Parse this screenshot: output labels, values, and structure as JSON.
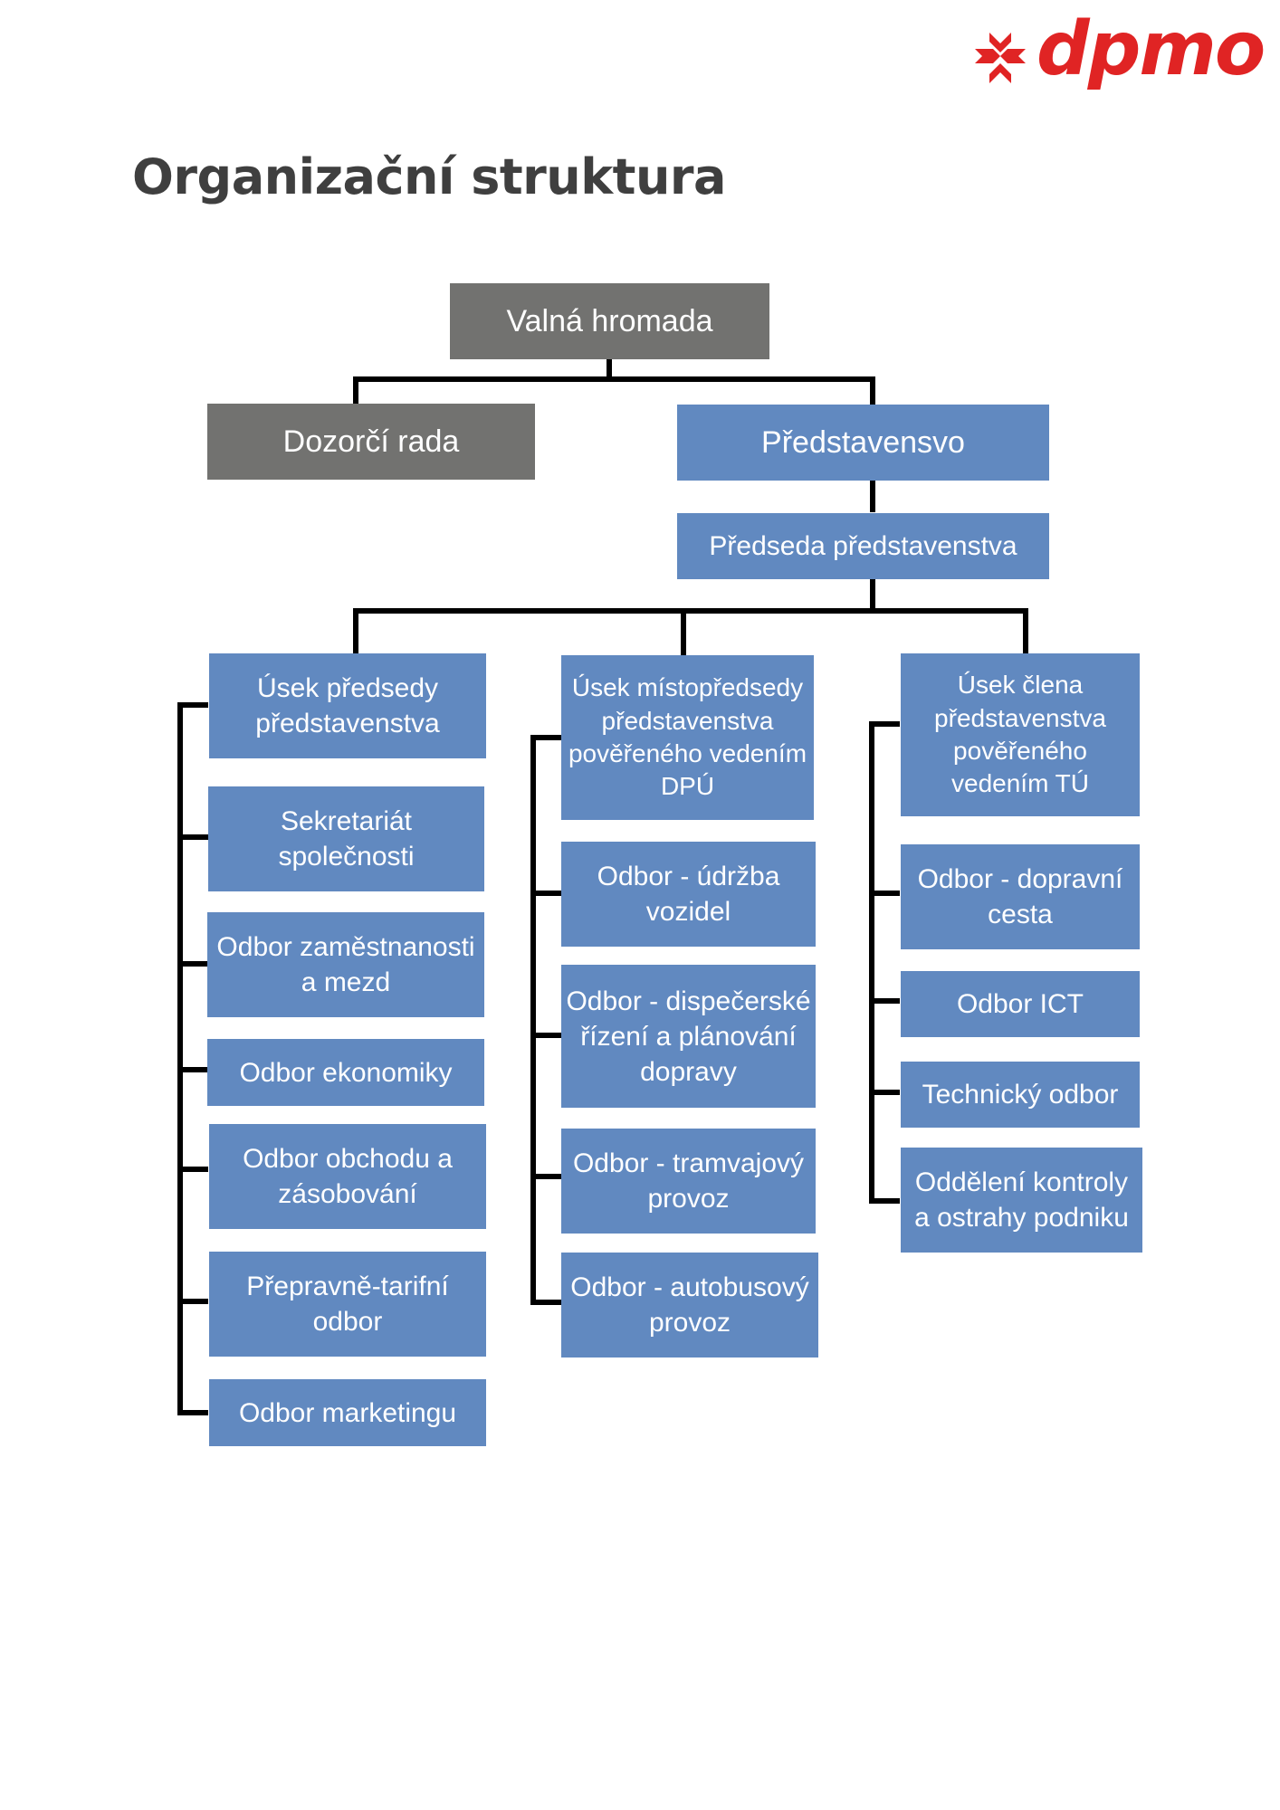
{
  "brand": {
    "name": "dpmo",
    "color": "#e02424",
    "mark": "logo-mark-icon"
  },
  "page": {
    "title": "Organizační struktura"
  },
  "colors": {
    "blue_box": "#6189c0",
    "gray_box": "#727270",
    "connector": "#000000",
    "title": "#3f3f3f"
  },
  "top": {
    "general_meeting": "Valná hromada",
    "supervisory_board": "Dozorčí rada",
    "board": "Představensvo",
    "chairman": "Předseda představenstva"
  },
  "divisions": [
    {
      "head": "Úsek předsedy představenstva",
      "units": [
        "Sekretariát společnosti",
        "Odbor zaměstnanosti a mezd",
        "Odbor ekonomiky",
        "Odbor obchodu a zásobování",
        "Přepravně-tarifní odbor",
        "Odbor marketingu"
      ]
    },
    {
      "head": "Úsek místopředsedy představenstva pověřeného vedením DPÚ",
      "units": [
        "Odbor - údržba vozidel",
        "Odbor - dispečerské řízení a plánování dopravy",
        "Odbor - tramvajový provoz",
        "Odbor - autobusový provoz"
      ]
    },
    {
      "head": "Úsek člena představenstva pověřeného vedením TÚ",
      "units": [
        "Odbor - dopravní cesta",
        "Odbor ICT",
        "Technický odbor",
        "Oddělení kontroly a ostrahy podniku"
      ]
    }
  ]
}
